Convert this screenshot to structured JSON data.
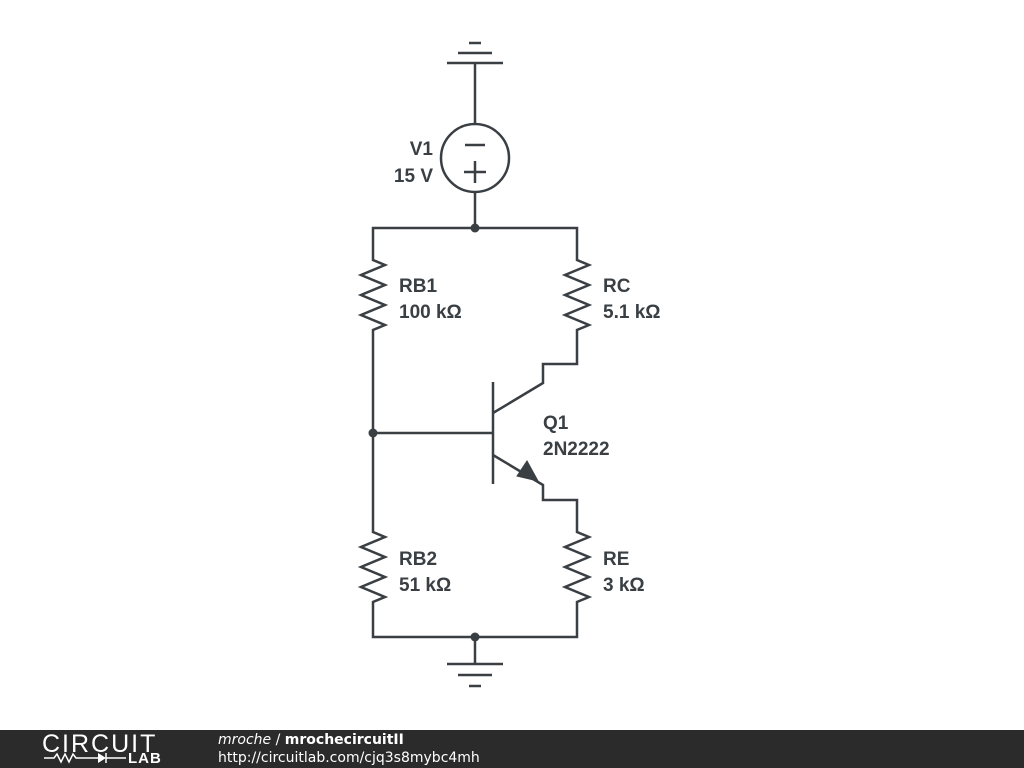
{
  "circuit": {
    "v1": {
      "name": "V1",
      "value": "15 V"
    },
    "rb1": {
      "name": "RB1",
      "value": "100 kΩ"
    },
    "rc": {
      "name": "RC",
      "value": "5.1 kΩ"
    },
    "q1": {
      "name": "Q1",
      "value": "2N2222"
    },
    "rb2": {
      "name": "RB2",
      "value": "51 kΩ"
    },
    "re": {
      "name": "RE",
      "value": "3 kΩ"
    }
  },
  "footer": {
    "logo_top": "CIRCUIT",
    "logo_bottom": "LAB",
    "user": "mroche",
    "separator": " / ",
    "project": "mrochecircuitII",
    "url": "http://circuitlab.com/cjq3s8mybc4mh"
  },
  "colors": {
    "ink": "#3a3f44",
    "footer_bg": "#2b2b2b",
    "footer_text": "#ffffff"
  }
}
